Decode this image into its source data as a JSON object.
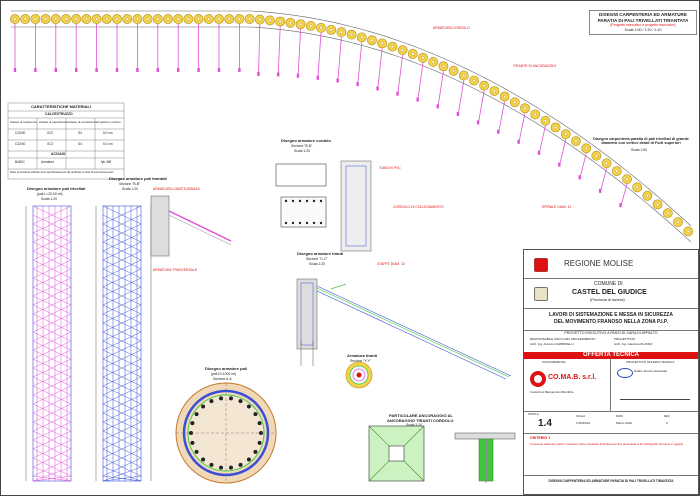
{
  "sheet_title": {
    "line1": "DISEGNI CARPENTERIA ED ARMATURE",
    "line2": "PARATIA DI PALI TRIVELLATI TIRANTATA",
    "line3": "(Progetto esecutivo e progetto esecutivo)",
    "line4": "Scala 1:50 / 1:20 / 1:10"
  },
  "views": {
    "prospetto_title": "Disegno carpenteria paratia di pali trivellati di grande diametro con vertice detail di Forti superiori",
    "prospetto_scale": "Scala 1:50",
    "armature_pali": "Disegno armature pali trivellati",
    "armature_pali_sub": "(pali L=20.00 mt)",
    "armature_pali_scale": "Scala 1:20",
    "armature_tiranti": "Disegno armature pali tirantati",
    "armature_tiranti_sez": "Sezione \"B-B\"",
    "armature_tiranti_scale": "Scala 1:20",
    "armature_cordolo": "Disegno armature cordolo",
    "armature_cordolo_sez": "Sezione \"B-B\"",
    "armature_cordolo_scale": "Scala 1:20",
    "armature_tiranti_2": "Disegno armature tiranti",
    "armature_tiranti_2_sez": "Sezione \"C-C\"",
    "armature_tiranti_2_scale": "Scala 1:20",
    "armature_fondo": "Armatura tiranti",
    "armature_fondo_sez": "Sezione \"Y-Y\"",
    "sezione_pali": "Disegno armature pali",
    "sezione_pali_sub": "(pali D=1000 mt)",
    "sezione_pali_scale": "Sezione A-A",
    "particolare": "PARTICOLARE ANCORAGGIO AL",
    "particolare_2": "ANCORAGGIO TIRANTI CORDOLO",
    "particolare_scale": "Scala 1:10"
  },
  "materials_table": {
    "title": "CARATTERISTICHE MATERIALI",
    "section1": "CALCESTRUZZO",
    "section2": "ACCIAIO",
    "h1": "Classe di resistenza",
    "h2": "Classe di esposizione",
    "h3": "Classe di consistenza",
    "h4": "Copriferro minimo",
    "r1c1": "C25/30",
    "r1c2": "XC2",
    "r1c3": "S4",
    "r1c4": "5.0 cm",
    "r2c1": "C32/40",
    "r2c2": "XC2",
    "r2c3": "S4",
    "r2c4": "5.0 cm",
    "r3c1": "B450C",
    "r3c2": "Armature",
    "r3c4": "fyk 450",
    "note": "Nota: le armature indicate sono specificatamente da verificare in sede di esecuzione lavori"
  },
  "title_block": {
    "region": "REGIONE MOLISE",
    "comune_label": "COMUNE DI",
    "comune": "CASTEL DEL GIUDICE",
    "provincia": "(Provincia di Isernia)",
    "project_line1": "LAVORI DI SISTEMAZIONE E MESSA IN SICUREZZA",
    "project_line2": "DEL MOVIMENTO FRANOSO NELLA ZONA P.I.P.",
    "phase": "PROGETTO ESECUTIVO A PASSI DI GARA DI APPALTO",
    "responsabile": "RESPONSABILE UNICO DEL PROCEDIMENTO",
    "rup_name": "Arch. Ing. Antonio CARBONELLI",
    "progettista_label": "PROGETTISTA",
    "progettista_name": "Arch. Ing. Gianluca PLATARI",
    "offerta": "OFFERTA TECNICA",
    "concorrente": "CONCORRENTE",
    "progettisti_offerta": "PROGETTISTI OFFERTA TECNICA",
    "company": "CO.MA.B. s.r.l.",
    "company_sub": "Costruzioni Manutenzioni Bonifiche",
    "studio": "Studio Tecnico Associato",
    "tavola_label": "TAVOLA",
    "tavola_number": "1.4",
    "scala_label": "SCALA",
    "scala_value": "1:50/20/10",
    "data_label": "DATA",
    "data_value": "Marzo 2019",
    "rev_label": "REV.",
    "rev_value": "0",
    "footer": "DISEGNI CARPENTERIA ED ARMATURE PARATIA DI PALI TRIVELLATI TIRANTATA",
    "criterio": "CRITERIO 1",
    "criterio_text": "Il presente elaborato grafico costituisce parte integrante dell'offerta tecnica presentata ai fini dell'appalto dei lavori in oggetto"
  },
  "notes": {
    "note_a": "ARMATURA CORDOLO",
    "note_b": "TIRANTE DI ANCORAGGIO",
    "note_c": "ARMATURA LONGITUDINALE",
    "note_d": "ARMATURA TRASVERSALE",
    "note_e": "TUBO IN PVC",
    "note_f": "CORDOLO DI COLLEGAMENTO",
    "note_g": "STAFFE DIAM. 10",
    "note_h": "SPIRALE DIAM. 12"
  },
  "colors": {
    "pile_fill": "#f2d24b",
    "pile_stroke": "#b58e1a",
    "magenta": "#e14fd8",
    "blue": "#3a4fd8",
    "red_text": "#d11111",
    "green": "#3ec83e"
  }
}
